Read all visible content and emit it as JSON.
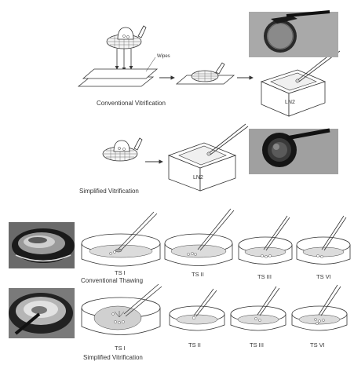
{
  "labels": {
    "wipes": "Wipes",
    "conventional_vitrification": "Conventional Vitrification",
    "ln2_top": "LN2",
    "ln2_bottom": "LN2",
    "simplified_vitrification_top": "Simplified Vitrification",
    "conventional_thawing": "Conventional Thawing",
    "simplified_vitrification_bottom": "Simplified Vitrification"
  },
  "conventional_thawing_steps": [
    "TS I",
    "TS II",
    "TS III",
    "TS VI"
  ],
  "simplified_thawing_steps": [
    "TS I",
    "TS II",
    "TS III",
    "TS VI"
  ],
  "colors": {
    "line": "#333333",
    "photo_dark": "#1a1a1a",
    "photo_gray": "#9a9a9a",
    "medium": "#d8d8d8"
  }
}
